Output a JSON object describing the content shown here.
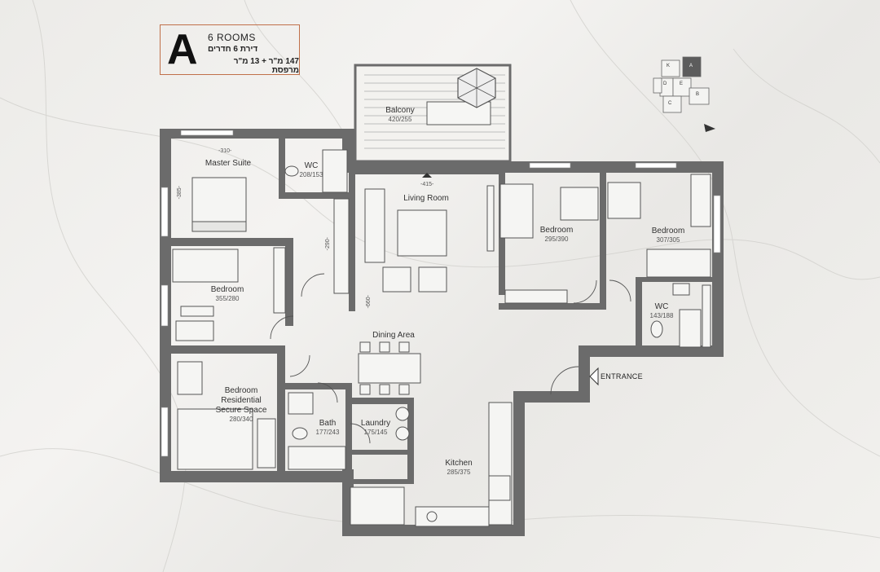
{
  "title": {
    "letter": "A",
    "rooms": "6 ROOMS",
    "hebrew_line1": "דירת 6 חדרים",
    "hebrew_line2": "147 מ\"ר + 13 מ\"ר מרפסת"
  },
  "rooms": {
    "balcony": {
      "name": "Balcony",
      "dim": "420/255"
    },
    "master_suite": {
      "name": "Master Suite",
      "dim": ""
    },
    "wc1": {
      "name": "WC",
      "dim": "208/153"
    },
    "living_room": {
      "name": "Living Room",
      "dim": ""
    },
    "bedroom_east1": {
      "name": "Bedroom",
      "dim": "295/390"
    },
    "bedroom_east2": {
      "name": "Bedroom",
      "dim": "307/305"
    },
    "bedroom_west": {
      "name": "Bedroom",
      "dim": "355/280"
    },
    "wc2": {
      "name": "WC",
      "dim": "143/188"
    },
    "dining_area": {
      "name": "Dining Area",
      "dim": ""
    },
    "secure_bedroom": {
      "name_line1": "Bedroom",
      "name_line2": "Residential",
      "name_line3": "Secure Space",
      "dim": "280/340"
    },
    "bath": {
      "name": "Bath",
      "dim": "177/243"
    },
    "laundry": {
      "name": "Laundry",
      "dim": "175/145"
    },
    "kitchen": {
      "name": "Kitchen",
      "dim": "285/375"
    }
  },
  "dimensions": {
    "master_width": "-310-",
    "master_height": "-385-",
    "living_width": "-415-",
    "corridor": "-290-",
    "living_depth": "-660-"
  },
  "entrance_label": "ENTRANCE",
  "keyplan": {
    "labels": [
      "K",
      "A",
      "D",
      "E",
      "B",
      "C"
    ],
    "highlight": "A"
  },
  "colors": {
    "wall": "#6b6b6b",
    "highlight": "#5c5c5c",
    "accent_border": "#c0704a"
  }
}
